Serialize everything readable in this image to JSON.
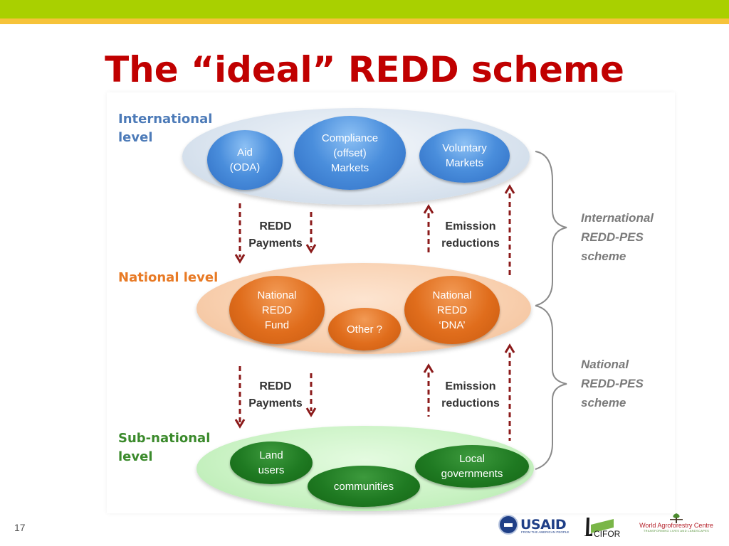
{
  "slide": {
    "title": "The “ideal” REDD scheme",
    "number": "17"
  },
  "levels": {
    "international": "International\nlevel",
    "national": "National level",
    "subnational": "Sub-national\nlevel"
  },
  "international_nodes": [
    "Aid\n(ODA)",
    "Compliance\n(offset)\nMarkets",
    "Voluntary\nMarkets"
  ],
  "national_nodes": [
    "National\nREDD\nFund",
    "Other ?",
    "National\nREDD\n‘DNA’"
  ],
  "subnational_nodes": [
    "Land\nusers",
    "communities",
    "Local\ngovernments"
  ],
  "flows": {
    "payments_upper": "REDD\nPayments",
    "emissions_upper": "Emission\nreductions",
    "payments_lower": "REDD\nPayments",
    "emissions_lower": "Emission\nreductions"
  },
  "schemes": {
    "international": "International\nREDD-PES\nscheme",
    "national": "National\nREDD-PES\nscheme"
  },
  "logos": {
    "usaid": "USAID",
    "usaid_tagline": "FROM THE AMERICAN PEOPLE",
    "cifor": "CIFOR",
    "icraf": "World Agroforestry Centre",
    "icraf_tagline": "TRANSFORMING LIVES AND LANDSCAPES"
  },
  "colors": {
    "title": "#c00000",
    "international": "#4d7bb8",
    "national": "#e87a25",
    "subnational": "#3b8a2c",
    "arrow": "#8b1a1a",
    "scheme_text": "#7a7a7a",
    "top_band": "#a9d000",
    "accent_band": "#f6c33a"
  }
}
